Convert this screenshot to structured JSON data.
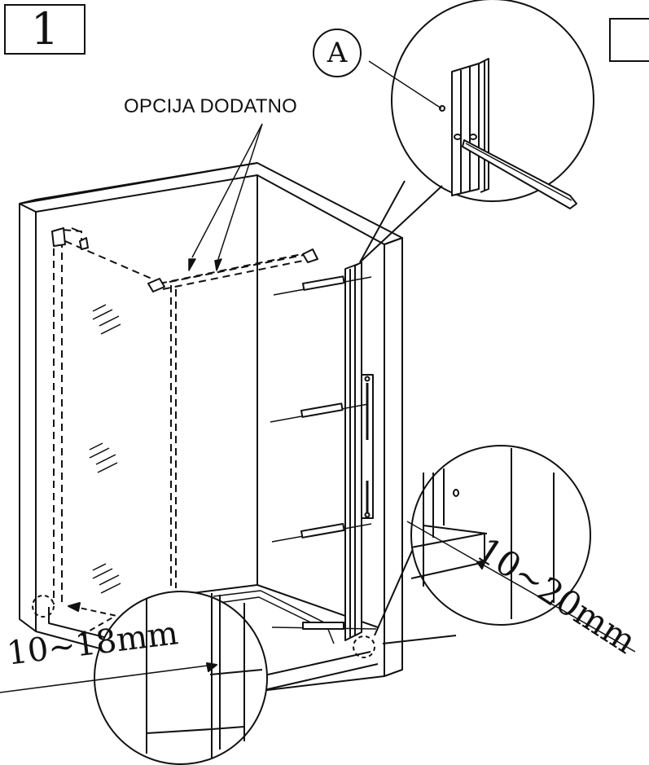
{
  "step": {
    "number": "1"
  },
  "detail": {
    "letter": "A"
  },
  "callout": {
    "text": "OPCIJA DODATNO"
  },
  "dimensions": {
    "left_gap": "10~18mm",
    "right_gap": "10~20mm"
  },
  "colors": {
    "ink": "#111111",
    "paper": "#ffffff"
  }
}
